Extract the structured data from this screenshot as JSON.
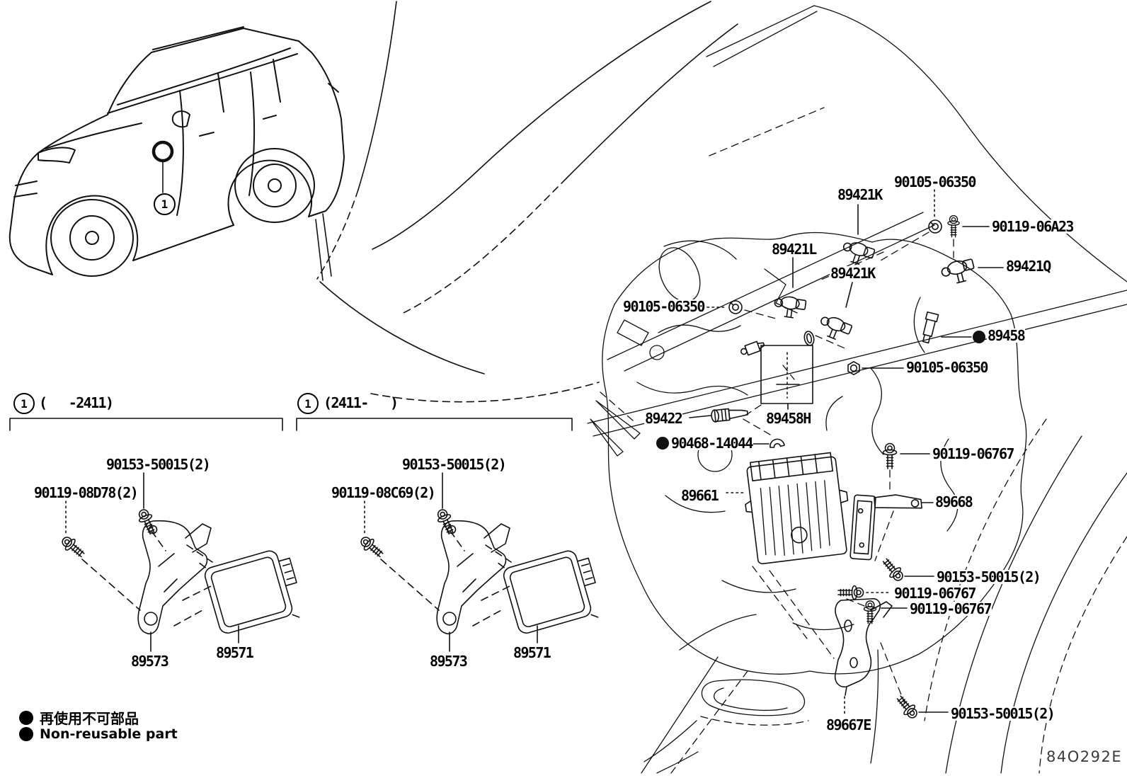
{
  "diagram": {
    "code": "84O292E",
    "callout": "1",
    "variants": [
      {
        "callout": "1",
        "range": "(   -2411)"
      },
      {
        "callout": "1",
        "range": "(2411-   )"
      }
    ],
    "legend": [
      {
        "bullet": "non-reusable-bullet-icon",
        "text": "再使用不可部品"
      },
      {
        "bullet": "non-reusable-bullet-icon",
        "text": "Non-reusable part"
      }
    ],
    "colors": {
      "line": "#111111",
      "background": "#ffffff",
      "code_text": "#3a3a3a"
    },
    "icons": [
      {
        "name": "screw-icon",
        "meaning": "hex flange bolt"
      },
      {
        "name": "grommet-icon",
        "meaning": "ring / grommet 90105-06350"
      },
      {
        "name": "nut-icon",
        "meaning": "hex nut"
      },
      {
        "name": "cam-sensor-icon",
        "meaning": "cam/crank position sensor"
      },
      {
        "name": "non-reusable-bullet-icon",
        "meaning": "filled dot = non-reusable part"
      }
    ]
  },
  "labels": [
    {
      "text": "90105-06350"
    },
    {
      "text": "89421K"
    },
    {
      "text": "90119-06A23"
    },
    {
      "text": "89421L"
    },
    {
      "text": "89421K"
    },
    {
      "text": "89421Q"
    },
    {
      "text": "90105-06350"
    },
    {
      "text": "89458",
      "bullet": true
    },
    {
      "text": "90105-06350"
    },
    {
      "text": "89422"
    },
    {
      "text": "89458H"
    },
    {
      "text": "90468-14044",
      "bullet": true
    },
    {
      "text": "90119-06767"
    },
    {
      "text": "89661"
    },
    {
      "text": "89668"
    },
    {
      "text": "90153-50015(2)"
    },
    {
      "text": "90119-06767"
    },
    {
      "text": "90119-06767"
    },
    {
      "text": "90153-50015(2)"
    },
    {
      "text": "89667E"
    },
    {
      "text": "90153-50015(2)"
    },
    {
      "text": "90119-08D78(2)"
    },
    {
      "text": "89573"
    },
    {
      "text": "89571"
    },
    {
      "text": "90153-50015(2)"
    },
    {
      "text": "90119-08C69(2)"
    },
    {
      "text": "89573"
    },
    {
      "text": "89571"
    }
  ]
}
